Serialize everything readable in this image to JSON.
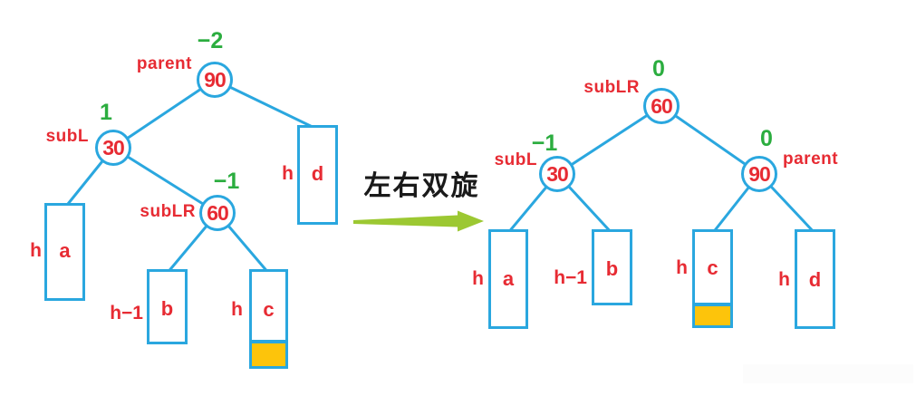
{
  "arrow": {
    "label": "左右双旋"
  },
  "left_tree": {
    "parent": {
      "label": "parent",
      "bf": "−2",
      "value": "90"
    },
    "subL": {
      "label": "subL",
      "bf": "1",
      "value": "30"
    },
    "subLR": {
      "label": "subLR",
      "bf": "−1",
      "value": "60"
    },
    "a": {
      "letter": "a",
      "height": "h"
    },
    "b": {
      "letter": "b",
      "height": "h−1"
    },
    "c": {
      "letter": "c",
      "height": "h",
      "highlighted": true
    },
    "d": {
      "letter": "d",
      "height": "h"
    }
  },
  "right_tree": {
    "subLR": {
      "label": "subLR",
      "bf": "0",
      "value": "60"
    },
    "subL": {
      "label": "subL",
      "bf": "−1",
      "value": "30"
    },
    "parent": {
      "label": "parent",
      "bf": "0",
      "value": "90"
    },
    "a": {
      "letter": "a",
      "height": "h"
    },
    "b": {
      "letter": "b",
      "height": "h−1"
    },
    "c": {
      "letter": "c",
      "height": "h",
      "highlighted": true
    },
    "d": {
      "letter": "d",
      "height": "h"
    }
  },
  "colors": {
    "edge_blue": "#2aa7df",
    "text_red": "#e72b33",
    "bf_green": "#2bad3f",
    "highlight_yellow": "#fdc40b",
    "arrow_green": "#9cc832",
    "label_black": "#1a1a1a"
  }
}
